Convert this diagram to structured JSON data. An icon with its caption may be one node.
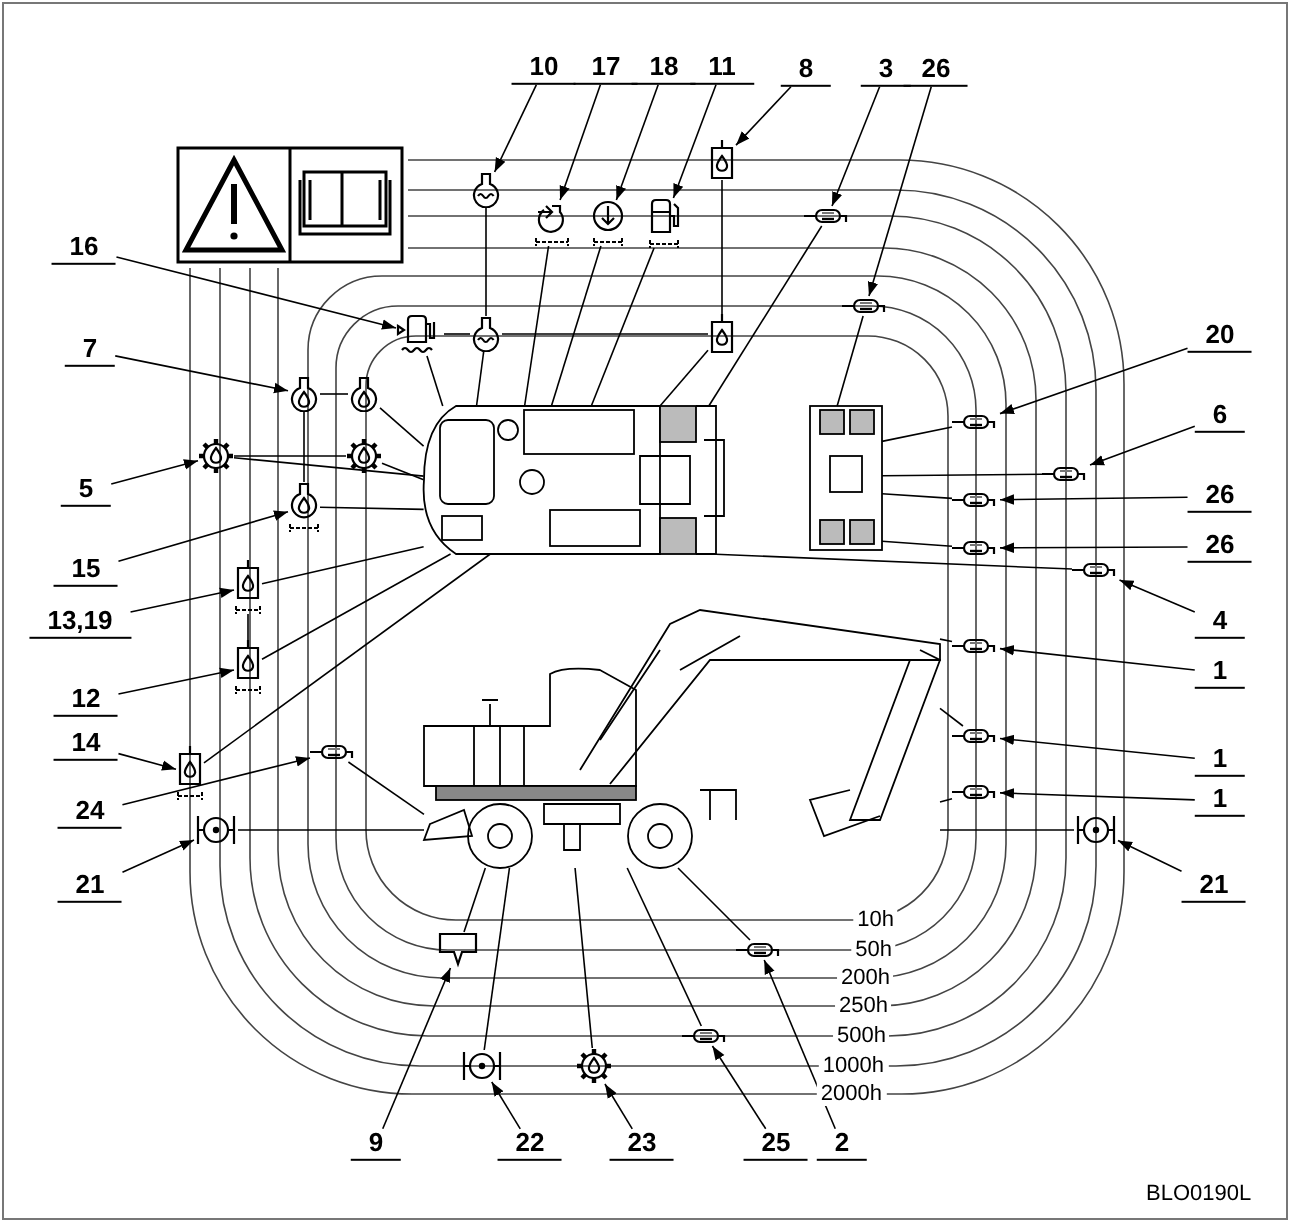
{
  "diagram": {
    "nodes": [
      {
        "text": [
          "10"
        ]
      },
      {
        "text": [],
        "shape": "picture"
      },
      {
        "text": [
          "17"
        ]
      },
      {
        "text": [],
        "shape": "picture"
      },
      {
        "text": [
          "18"
        ]
      },
      {
        "text": [],
        "shape": "picture"
      },
      {
        "text": [
          "11"
        ]
      },
      {
        "text": [],
        "shape": "picture"
      },
      {
        "text": [
          "8"
        ]
      },
      {
        "text": [],
        "shape": "picture"
      },
      {
        "text": [
          "3"
        ]
      },
      {
        "text": [],
        "shape": "picture"
      },
      {
        "text": [
          "26"
        ]
      },
      {
        "text": [],
        "shape": "picture"
      },
      {
        "text": [
          "16"
        ]
      },
      {
        "text": [],
        "shape": "picture"
      },
      {
        "text": [
          "7"
        ]
      },
      {
        "text": [],
        "shape": "picture"
      },
      {
        "text": [
          "20"
        ]
      },
      {
        "text": [],
        "shape": "picture"
      },
      {
        "text": [
          "6"
        ]
      },
      {
        "text": [],
        "shape": "picture"
      },
      {
        "text": [
          "5"
        ]
      },
      {
        "text": [],
        "shape": "picture"
      },
      {
        "text": [
          "26"
        ]
      },
      {
        "text": [],
        "shape": "picture"
      },
      {
        "text": [
          "26"
        ]
      },
      {
        "text": [],
        "shape": "picture"
      },
      {
        "text": [
          "15"
        ]
      },
      {
        "text": [],
        "shape": "picture"
      },
      {
        "text": [
          "4"
        ]
      },
      {
        "text": [],
        "shape": "picture"
      },
      {
        "text": [
          "13,19"
        ]
      },
      {
        "text": [],
        "shape": "picture"
      },
      {
        "text": [
          "1"
        ]
      },
      {
        "text": [],
        "shape": "picture"
      },
      {
        "text": [
          "12"
        ]
      },
      {
        "text": [],
        "shape": "picture"
      },
      {
        "text": [
          "14"
        ]
      },
      {
        "text": [],
        "shape": "picture"
      },
      {
        "text": [
          "1"
        ]
      },
      {
        "text": [],
        "shape": "picture"
      },
      {
        "text": [
          "1"
        ]
      },
      {
        "text": [],
        "shape": "picture"
      },
      {
        "text": [
          "24"
        ]
      },
      {
        "text": [],
        "shape": "picture"
      },
      {
        "text": [
          "21"
        ]
      },
      {
        "text": [],
        "shape": "picture"
      },
      {
        "text": [
          "21"
        ]
      },
      {
        "text": [],
        "shape": "picture"
      },
      {
        "text": [
          "9"
        ]
      },
      {
        "text": [],
        "shape": "picture"
      },
      {
        "text": [
          "22"
        ]
      },
      {
        "text": [],
        "shape": "picture"
      },
      {
        "text": [
          "23"
        ]
      },
      {
        "text": [],
        "shape": "picture"
      },
      {
        "text": [
          "25"
        ]
      },
      {
        "text": [],
        "shape": "picture"
      },
      {
        "text": [
          "2"
        ]
      },
      {
        "text": [],
        "shape": "picture"
      },
      {
        "text": [],
        "shape": "picture"
      },
      {
        "text": [],
        "shape": "picture"
      },
      {
        "text": [],
        "shape": "picture"
      },
      {
        "text": [],
        "shape": "picture"
      },
      {
        "text": [],
        "shape": "picture"
      },
      {
        "text": [],
        "shape": "picture"
      },
      {
        "text": [],
        "shape": "picture"
      }
    ],
    "edges": [
      {
        "from": 0,
        "to": 1,
        "arrow": "to"
      },
      {
        "from": 2,
        "to": 3,
        "arrow": "to"
      },
      {
        "from": 4,
        "to": 5,
        "arrow": "to"
      },
      {
        "from": 6,
        "to": 7,
        "arrow": "to"
      },
      {
        "from": 8,
        "to": 9,
        "arrow": "to"
      },
      {
        "from": 10,
        "to": 11,
        "arrow": "to"
      },
      {
        "from": 12,
        "to": 13,
        "arrow": "to"
      },
      {
        "from": 14,
        "to": 15,
        "arrow": "to"
      },
      {
        "from": 16,
        "to": 17,
        "arrow": "to"
      },
      {
        "from": 18,
        "to": 19,
        "arrow": "to"
      },
      {
        "from": 20,
        "to": 21,
        "arrow": "to"
      },
      {
        "from": 22,
        "to": 23,
        "arrow": "to"
      },
      {
        "from": 24,
        "to": 25,
        "arrow": "to"
      },
      {
        "from": 26,
        "to": 27,
        "arrow": "to"
      },
      {
        "from": 28,
        "to": 29,
        "arrow": "to"
      },
      {
        "from": 30,
        "to": 31,
        "arrow": "to"
      },
      {
        "from": 32,
        "to": 33,
        "arrow": "to"
      },
      {
        "from": 34,
        "to": 35,
        "arrow": "to"
      },
      {
        "from": 36,
        "to": 37,
        "arrow": "to"
      },
      {
        "from": 38,
        "to": 39,
        "arrow": "to"
      },
      {
        "from": 40,
        "to": 41,
        "arrow": "to"
      },
      {
        "from": 42,
        "to": 43,
        "arrow": "to"
      },
      {
        "from": 44,
        "to": 45,
        "arrow": "to"
      },
      {
        "from": 46,
        "to": 47,
        "arrow": "to"
      },
      {
        "from": 48,
        "to": 49,
        "arrow": "to"
      },
      {
        "from": 50,
        "to": 51,
        "arrow": "to"
      },
      {
        "from": 52,
        "to": 53,
        "arrow": "to"
      },
      {
        "from": 54,
        "to": 55,
        "arrow": "to"
      },
      {
        "from": 56,
        "to": 57,
        "arrow": "to"
      },
      {
        "from": 58,
        "to": 59,
        "arrow": "to"
      },
      {
        "from": 1,
        "to": 60,
        "arrow": "none"
      },
      {
        "from": 15,
        "to": 60,
        "arrow": "none"
      },
      {
        "from": 60,
        "to": 61,
        "arrow": "none"
      },
      {
        "from": 9,
        "to": 61,
        "arrow": "none"
      },
      {
        "from": 17,
        "to": 62,
        "arrow": "none"
      },
      {
        "from": 23,
        "to": 63,
        "arrow": "none"
      },
      {
        "from": 17,
        "to": 29,
        "arrow": "none"
      },
      {
        "from": 33,
        "to": 37,
        "arrow": "none"
      },
      {
        "from": 60,
        "to": 64,
        "arrow": "none"
      },
      {
        "from": 3,
        "to": 64,
        "arrow": "none"
      },
      {
        "from": 5,
        "to": 64,
        "arrow": "none"
      },
      {
        "from": 7,
        "to": 64,
        "arrow": "none"
      },
      {
        "from": 61,
        "to": 64,
        "arrow": "none"
      },
      {
        "from": 11,
        "to": 64,
        "arrow": "none"
      },
      {
        "from": 13,
        "to": 65,
        "arrow": "none"
      },
      {
        "from": 15,
        "to": 64,
        "arrow": "none"
      },
      {
        "from": 62,
        "to": 64,
        "arrow": "none"
      },
      {
        "from": 19,
        "to": 65,
        "arrow": "none"
      },
      {
        "from": 21,
        "to": 65,
        "arrow": "none"
      },
      {
        "from": 23,
        "to": 64,
        "arrow": "none"
      },
      {
        "from": 63,
        "to": 64,
        "arrow": "none"
      },
      {
        "from": 25,
        "to": 65,
        "arrow": "none"
      },
      {
        "from": 27,
        "to": 65,
        "arrow": "none"
      },
      {
        "from": 29,
        "to": 64,
        "arrow": "none"
      },
      {
        "from": 31,
        "to": 64,
        "arrow": "none"
      },
      {
        "from": 33,
        "to": 64,
        "arrow": "none"
      },
      {
        "from": 35,
        "to": 66,
        "arrow": "none"
      },
      {
        "from": 37,
        "to": 64,
        "arrow": "none"
      },
      {
        "from": 39,
        "to": 64,
        "arrow": "none"
      },
      {
        "from": 41,
        "to": 66,
        "arrow": "none"
      },
      {
        "from": 43,
        "to": 66,
        "arrow": "none"
      },
      {
        "from": 45,
        "to": 66,
        "arrow": "none"
      },
      {
        "from": 47,
        "to": 66,
        "arrow": "none"
      },
      {
        "from": 49,
        "to": 66,
        "arrow": "none"
      },
      {
        "from": 51,
        "to": 66,
        "arrow": "none"
      },
      {
        "from": 53,
        "to": 66,
        "arrow": "none"
      },
      {
        "from": 55,
        "to": 66,
        "arrow": "none"
      },
      {
        "from": 57,
        "to": 66,
        "arrow": "none"
      },
      {
        "from": 59,
        "to": 66,
        "arrow": "none"
      }
    ],
    "labels": [
      "10h",
      "50h",
      "200h",
      "250h",
      "500h",
      "1000h",
      "2000h",
      "BLO0190L"
    ]
  }
}
